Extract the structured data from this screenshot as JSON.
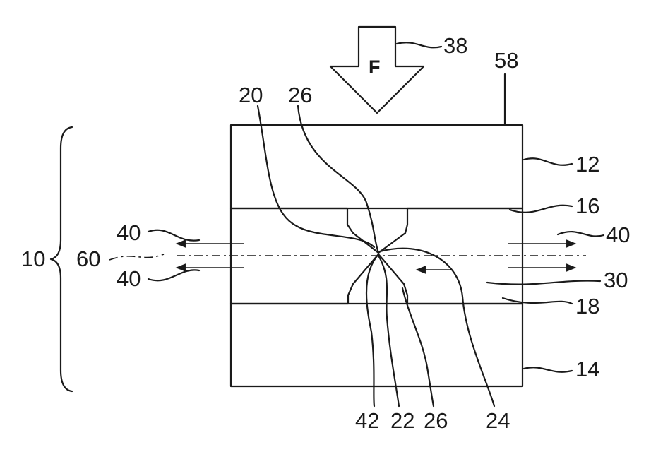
{
  "figure": {
    "force_label": "F",
    "labels": {
      "l10": "10",
      "l12": "12",
      "l14": "14",
      "l16": "16",
      "l18": "18",
      "l20": "20",
      "l22": "22",
      "l24": "24",
      "l26_top": "26",
      "l26_bottom": "26",
      "l30": "30",
      "l38": "38",
      "l40_left_top": "40",
      "l40_left_bottom": "40",
      "l40_right": "40",
      "l42": "42",
      "l58": "58",
      "l60": "60"
    }
  }
}
